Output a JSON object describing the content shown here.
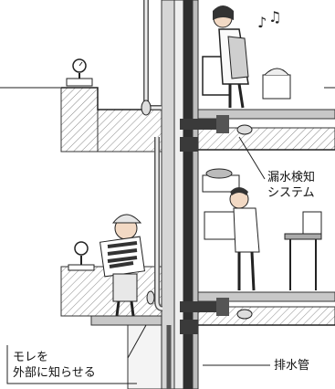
{
  "labels": {
    "leak_detection_line1": "漏水検知",
    "leak_detection_line2": "システム",
    "notify_line1": "モレを",
    "notify_line2": "外部に知らせる",
    "drain_pipe": "排水管"
  },
  "icons": {
    "music_note": "music-note-icon",
    "gauge": "gauge-icon"
  },
  "colors": {
    "ink": "#111111",
    "pipe_dark": "#2f2f2f",
    "pipe_gray": "#9a9a9a",
    "floor_gray": "#c8c8c8",
    "hatch": "#888888"
  }
}
